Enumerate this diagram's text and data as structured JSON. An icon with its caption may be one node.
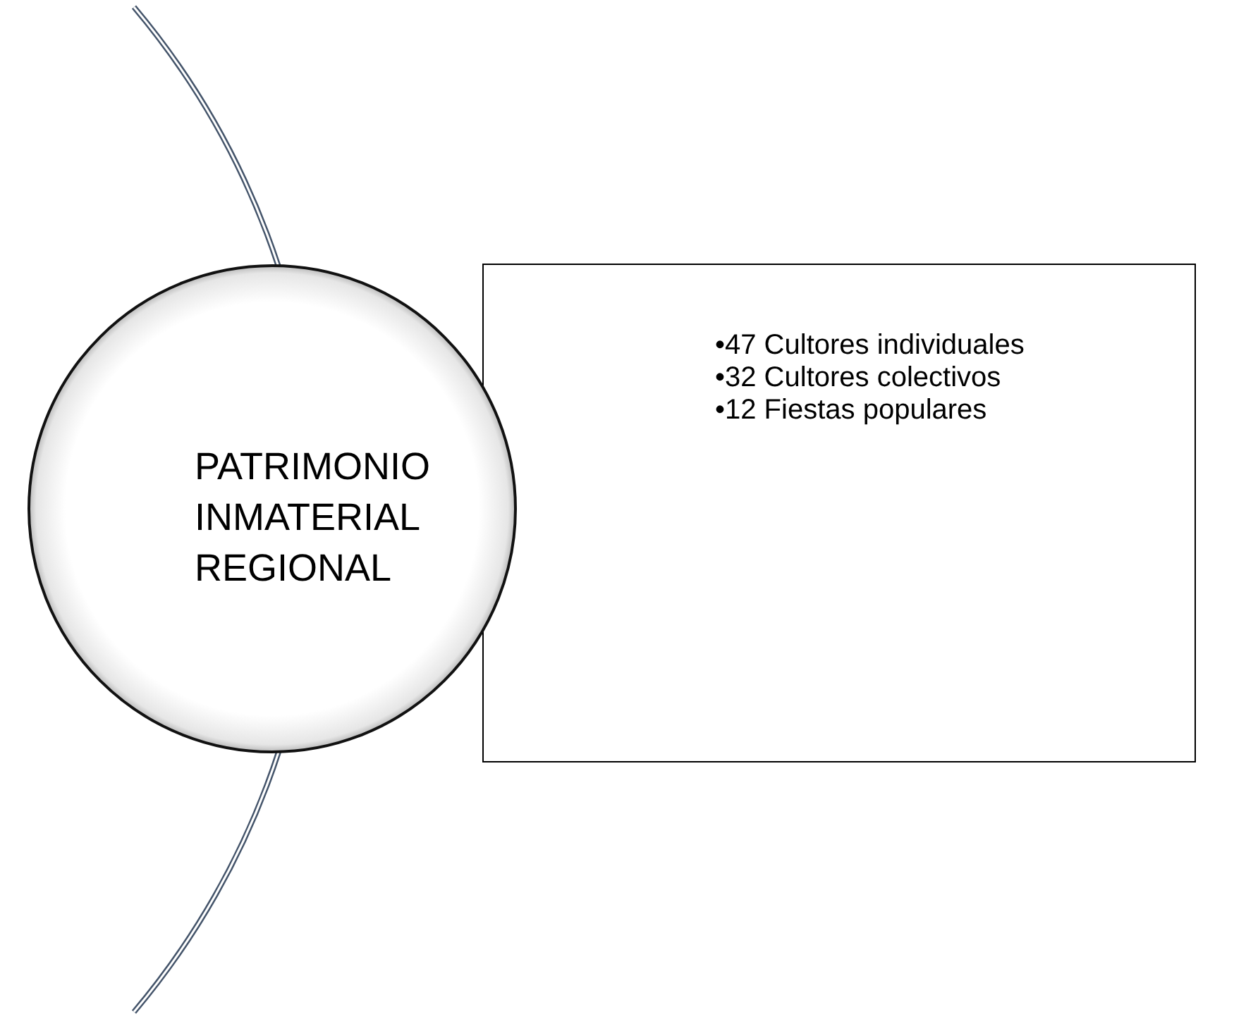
{
  "diagram": {
    "nodes": [
      {
        "text": [
          "PATRIMONIO INMATERIAL REGIONAL"
        ]
      },
      {
        "text": [
          "•47 Cultores individuales",
          "•32 Cultores colectivos",
          "•12 Fiestas populares"
        ]
      }
    ]
  }
}
